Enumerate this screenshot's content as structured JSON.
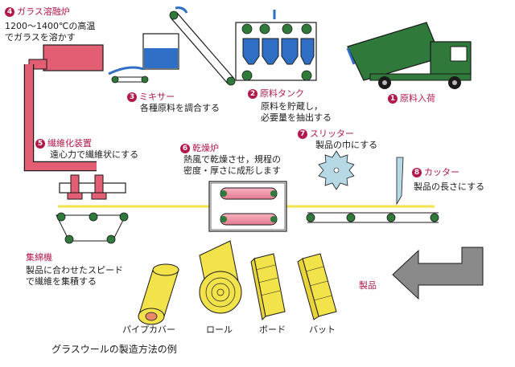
{
  "steps": [
    {
      "number": "1",
      "title": "原料入荷",
      "desc": []
    },
    {
      "number": "2",
      "title": "原料タンク",
      "desc": [
        "原料を貯蔵し，",
        "必要量を抽出する"
      ]
    },
    {
      "number": "3",
      "title": "ミキサー",
      "desc": [
        "各種原料を調合する"
      ]
    },
    {
      "number": "4",
      "title": "ガラス溶融炉",
      "desc": [
        "1200〜1400℃の高温",
        "でガラスを溶かす"
      ]
    },
    {
      "number": "5",
      "title": "繊維化装置",
      "desc": [
        "遠心力で繊維状にする"
      ]
    },
    {
      "number": "6",
      "title": "乾燥炉",
      "desc": [
        "熱風で乾燥させ，規程の",
        "密度・厚さに成形します"
      ]
    },
    {
      "number": "7",
      "title": "スリッター",
      "desc": [
        "製品の巾にする"
      ]
    },
    {
      "number": "8",
      "title": "カッター",
      "desc": [
        "製品の長さにする"
      ]
    }
  ],
  "collector": {
    "title": "集綿機",
    "desc": [
      "製品に合わせたスピード",
      "で繊維を集積する"
    ]
  },
  "products": {
    "label": "製品",
    "items": [
      "パイプカバー",
      "ロール",
      "ボード",
      "バット"
    ]
  },
  "caption": "グラスウールの製造方法の例",
  "colors": {
    "accent": "#b2194a",
    "furnace": "#e35d73",
    "truck": "#2f7a3a",
    "conveyor": "#2f7a3a",
    "tank_blue": "#2f6fc5",
    "fiber_yellow": "#f2e34a",
    "slitter": "#b6d9e5",
    "arrow_gray": "#8a8a8a"
  }
}
